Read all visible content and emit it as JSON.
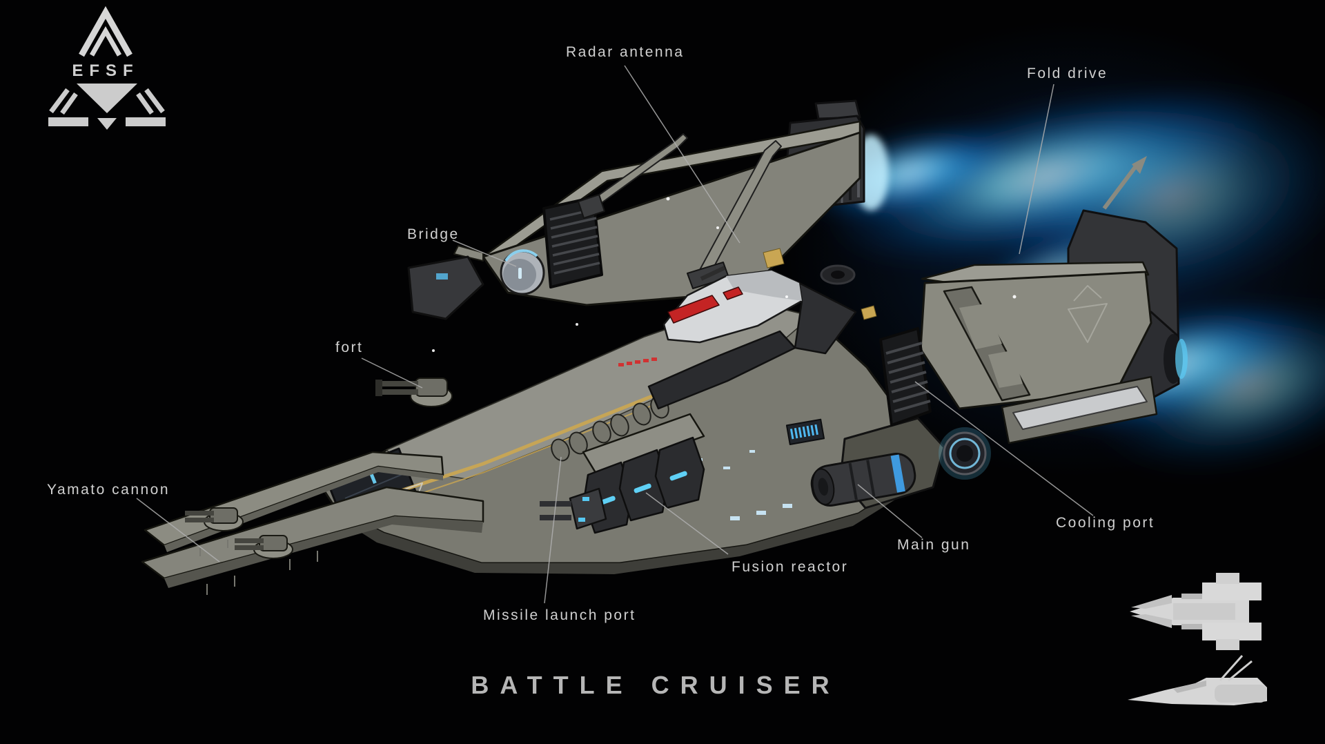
{
  "page": {
    "title": "BATTLE CRUISER"
  },
  "logo": {
    "text": "EFSF"
  },
  "callouts": {
    "radar_antenna": "Radar antenna",
    "fold_drive": "Fold drive",
    "bridge": "Bridge",
    "fort": "fort",
    "yamato_cannon": "Yamato cannon",
    "missile_launch_port": "Missile launch port",
    "fusion_reactor": "Fusion reactor",
    "main_gun": "Main gun",
    "cooling_port": "Cooling port"
  },
  "colors": {
    "background": "#020203",
    "engine_glow": "#56d8ff",
    "hull_light": "#9c9c92",
    "hull_mid": "#83837a",
    "hull_dark": "#3a3b3e",
    "accent_yellow": "#c9a653",
    "accent_red": "#c42424",
    "bridge_white": "#d6d8da",
    "label_text": "#d0d0d0"
  }
}
